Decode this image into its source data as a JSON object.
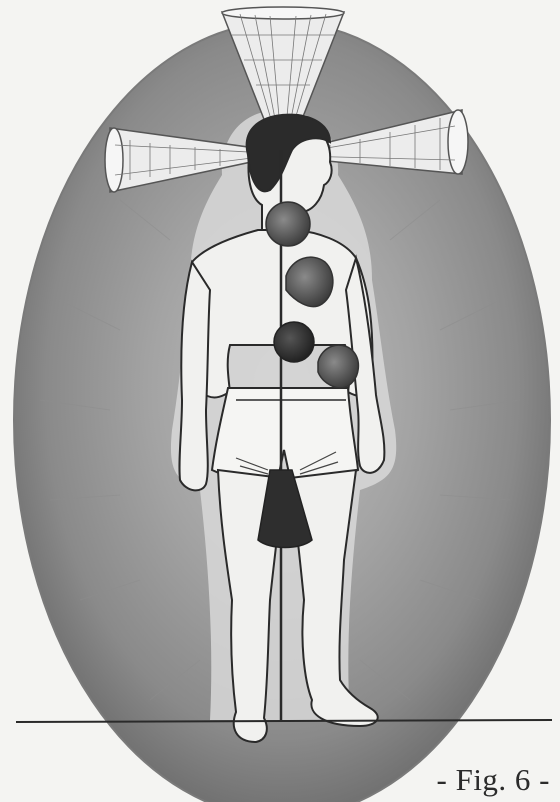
{
  "figure": {
    "caption": "- Fig. 6 -",
    "colors": {
      "paper": "#f4f4f2",
      "aura_outer": "#6f6f6f",
      "aura_inner": "#9a9a9a",
      "halo": "#cfcfcf",
      "skin": "#f1f1ef",
      "outline": "#2a2a2a",
      "chakra_dark": "#353535",
      "chakra_mid": "#555555",
      "chakra_light": "#6e6e6e"
    },
    "icons": [
      "aura-oval",
      "energy-vortex-top",
      "energy-vortex-left",
      "energy-vortex-right",
      "chakra-throat",
      "chakra-heart",
      "chakra-solar-plexus",
      "chakra-spleen",
      "chakra-root",
      "human-figure",
      "ground-line"
    ]
  }
}
